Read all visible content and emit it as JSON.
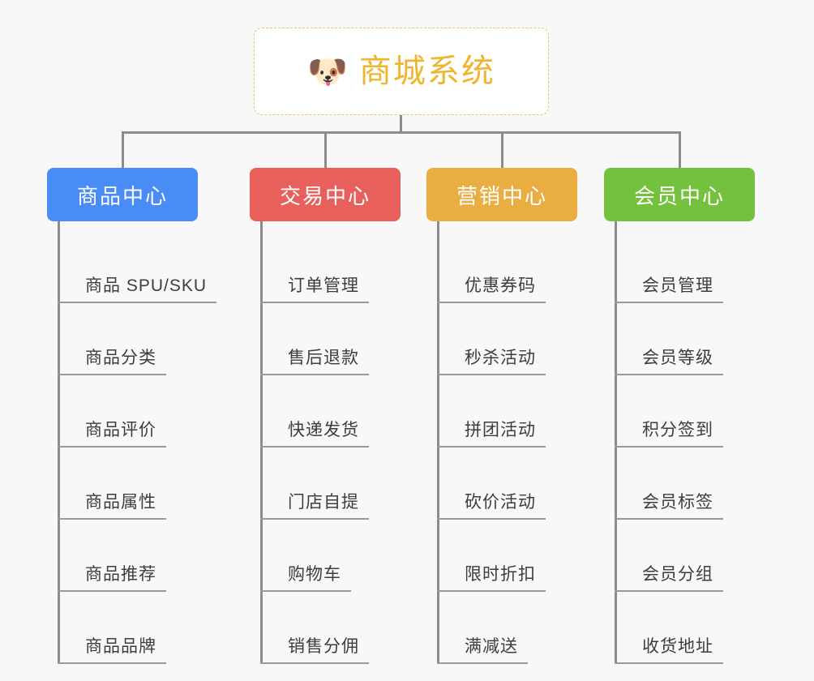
{
  "page": {
    "background_color": "#f8f8f8",
    "type": "mindmap-tree"
  },
  "root": {
    "title": "商城系统",
    "icon": "shiba-dog-emoji",
    "emoji": "🐶",
    "text_color": "#f0b52e",
    "border_color": "#eabf73",
    "background_color": "#ffffff"
  },
  "branches": [
    {
      "label": "商品中心",
      "color": "#4a8cf5",
      "items": [
        "商品 SPU/SKU",
        "商品分类",
        "商品评价",
        "商品属性",
        "商品推荐",
        "商品品牌"
      ]
    },
    {
      "label": "交易中心",
      "color": "#e8605c",
      "items": [
        "订单管理",
        "售后退款",
        "快递发货",
        "门店自提",
        "购物车",
        "销售分佣"
      ]
    },
    {
      "label": "营销中心",
      "color": "#eaad41",
      "items": [
        "优惠券码",
        "秒杀活动",
        "拼团活动",
        "砍价活动",
        "限时折扣",
        "满减送"
      ]
    },
    {
      "label": "会员中心",
      "color": "#73c13d",
      "items": [
        "会员管理",
        "会员等级",
        "积分签到",
        "会员标签",
        "会员分组",
        "收货地址"
      ]
    }
  ],
  "connector_color": "#8c8c8c",
  "leaf_underline_color": "#9a9a9a"
}
